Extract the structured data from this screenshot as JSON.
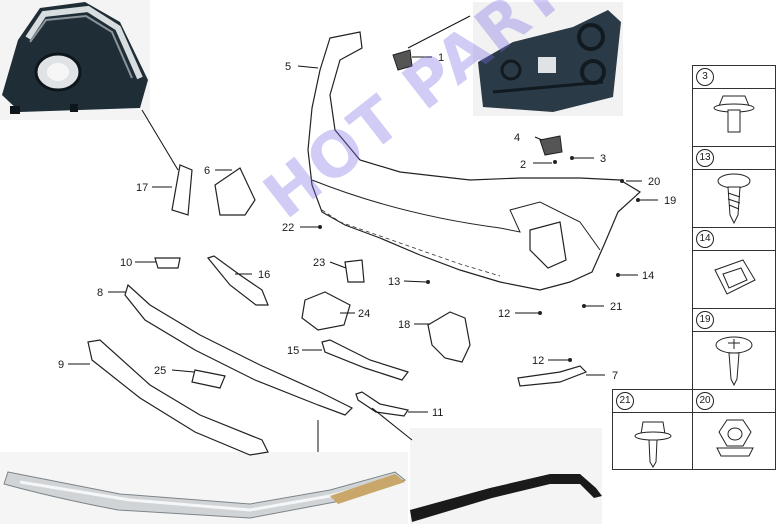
{
  "callouts": [
    "1",
    "2",
    "3",
    "4",
    "5",
    "6",
    "7",
    "8",
    "9",
    "10",
    "11",
    "12",
    "12",
    "13",
    "14",
    "15",
    "16",
    "17",
    "18",
    "19",
    "20",
    "21",
    "22",
    "23",
    "24",
    "25"
  ],
  "watermark": "HOT PARTS",
  "fasteners": [
    "3",
    "13",
    "14",
    "19",
    "21",
    "20"
  ],
  "photos": {
    "fog_bezel": "fog-lamp-bezel-photo",
    "bracket": "bumper-bracket-photo",
    "chrome_trim": "chrome-trim-photo",
    "black_strip": "black-trim-strip-photo"
  },
  "colors": {
    "watermark": "#7a6ee6",
    "line": "#222222",
    "photo_dark": "#1d2a33",
    "chrome": "#cfd3d6"
  }
}
